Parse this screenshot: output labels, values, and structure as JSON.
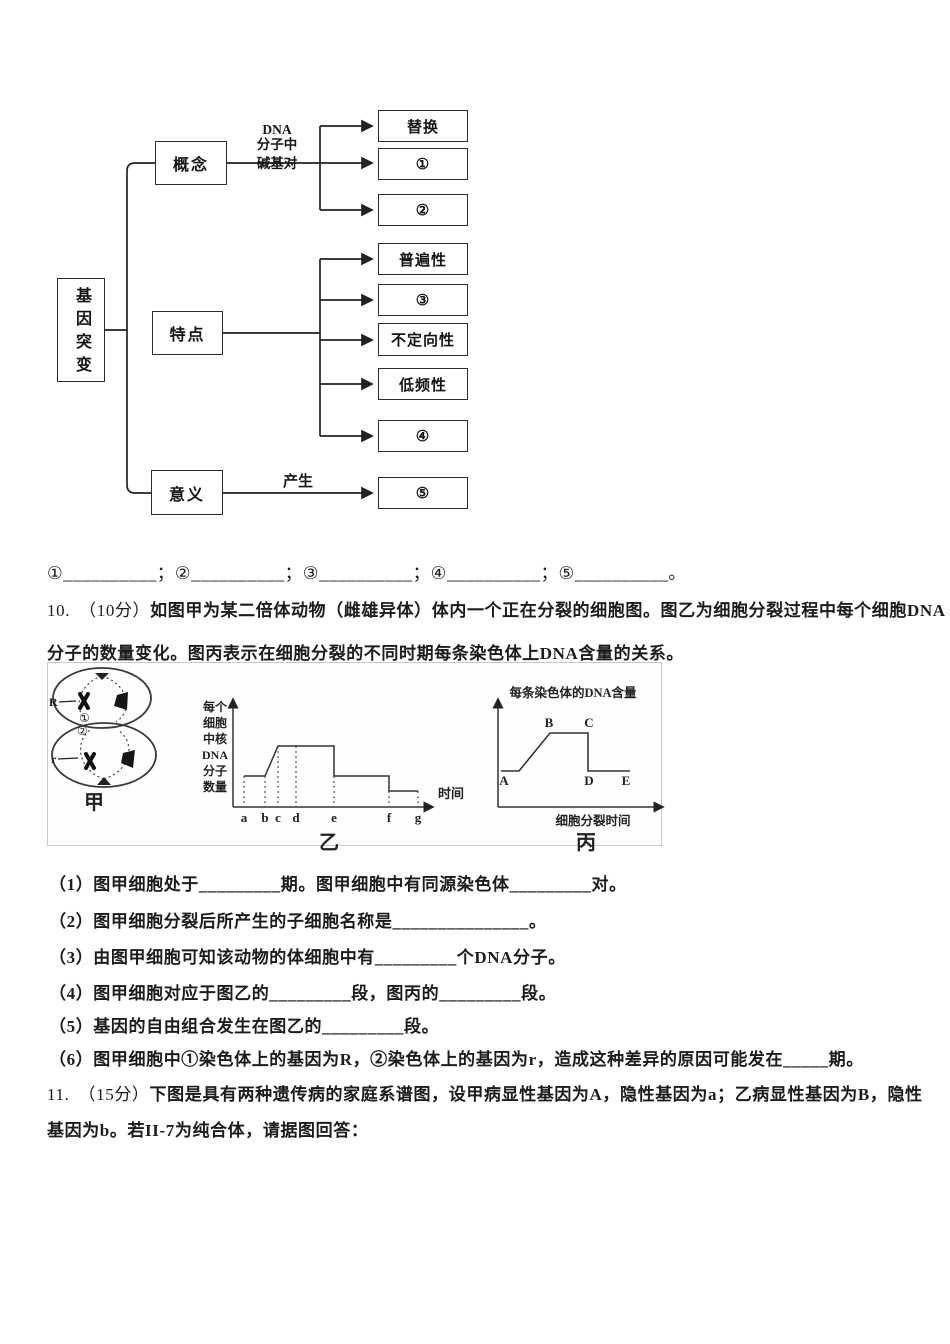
{
  "page": {
    "background": "#ffffff",
    "text_color": "#1c1c1c",
    "line_color": "#2b2b2b"
  },
  "flowchart": {
    "root_label": "基因突变",
    "concept_label": "概念",
    "feature_label": "特点",
    "meaning_label": "意义",
    "edge_label_lines": [
      "DNA",
      "分子中",
      "碱基对"
    ],
    "produce_label": "产生",
    "leaves": [
      "替换",
      "①",
      "②",
      "普遍性",
      "③",
      "不定向性",
      "低频性",
      "④",
      "⑤"
    ]
  },
  "answer_line": "①__________；②__________；③__________；④__________；⑤__________。",
  "q10": {
    "line1_prefix": "10.　（10分）",
    "line1_body": "如图甲为某二倍体动物（雌雄异体）体内一个正在分裂的细胞图。图乙为细胞分裂过程中每个细胞DNA",
    "line2": "分子的数量变化。图丙表示在细胞分裂的不同时期每条染色体上DNA含量的关系。",
    "sub_questions": [
      "（1）图甲细胞处于_________期。图甲细胞中有同源染色体_________对。",
      "（2）图甲细胞分裂后所产生的子细胞名称是_______________。",
      "（3）由图甲细胞可知该动物的体细胞中有_________个DNA分子。",
      "（4）图甲细胞对应于图乙的_________段，图丙的_________段。",
      "（5）基因的自由组合发生在图乙的_________段。",
      "（6）图甲细胞中①染色体上的基因为R，②染色体上的基因为r，造成这种差异的原因可能发在_____期。"
    ]
  },
  "q11": {
    "line1_prefix": "11.　（15分）",
    "line1_body": "下图是具有两种遗传病的家庭系谱图，设甲病显性基因为A，隐性基因为a；乙病显性基因为B，隐性",
    "line2": "基因为b。若II-7为纯合体，请据图回答："
  },
  "figure": {
    "jia_label": "甲",
    "yi_label": "乙",
    "bing_label": "丙",
    "cell_marker_R": "R",
    "cell_marker_r": "r",
    "cell_marker_1": "①",
    "cell_marker_2": "②"
  },
  "chart_data": [
    {
      "id": "yi",
      "type": "line",
      "title": "乙",
      "ylabel": "每个细胞中核DNA分子数量",
      "ylabel_lines": [
        "每个",
        "细胞",
        "中核",
        "DNA",
        "分子",
        "数量"
      ],
      "xlabel": "时间",
      "x_ticks": [
        "a",
        "b",
        "c",
        "d",
        "e",
        "f",
        "g"
      ],
      "points": [
        {
          "x": "a",
          "y": 2
        },
        {
          "x": "b",
          "y": 2
        },
        {
          "x": "c",
          "y": 4
        },
        {
          "x": "d",
          "y": 4
        },
        {
          "x": "e",
          "y": 4
        },
        {
          "x": "e",
          "y": 2
        },
        {
          "x": "f",
          "y": 2
        },
        {
          "x": "f",
          "y": 1
        },
        {
          "x": "g",
          "y": 1
        }
      ],
      "ylim": [
        0,
        4
      ],
      "grid": false,
      "notes": "核DNA数量相对值：a-b段为2，b-c段由2升至4，c-e段为4，e-f段为2，f-g段为1；各刻度处有垂直虚线"
    },
    {
      "id": "bing",
      "type": "line",
      "title": "丙",
      "ylabel": "每条染色体的DNA含量",
      "xlabel": "细胞分裂时间",
      "point_labels": [
        "A",
        "B",
        "C",
        "D",
        "E"
      ],
      "values": [
        1,
        2,
        2,
        1,
        1
      ],
      "notes": "A处为1，升至B为2，B-C段为2，C处降至D为1，D-E段为1"
    }
  ]
}
